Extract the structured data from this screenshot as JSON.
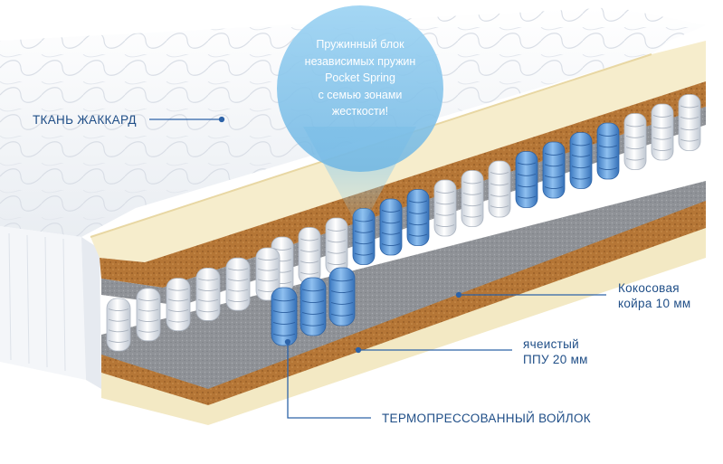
{
  "bubble": {
    "line1": "Пружинный блок",
    "line2": "независимых пружин",
    "line3": "Pocket Spring",
    "line4": "с семью зонами",
    "line5": "жесткости!"
  },
  "labels": {
    "fabric": "ТКАНЬ ЖАККАРД",
    "coir_line1": "Кокосовая",
    "coir_line2": "койра 10 мм",
    "foam_line1": "ячеистый",
    "foam_line2": "ППУ 20 мм",
    "felt": "ТЕРМОПРЕССОВАННЫЙ ВОЙЛОК"
  },
  "colors": {
    "label_text": "#1f4e87",
    "leader_line": "#2d63a8",
    "spring_blue": "#4f8fd6",
    "spring_white": "#f2f4f7",
    "coir": "#b77a3a",
    "foam": "#f5ebc8",
    "felt": "#8e9196",
    "bubble": "#7ec3ea"
  }
}
